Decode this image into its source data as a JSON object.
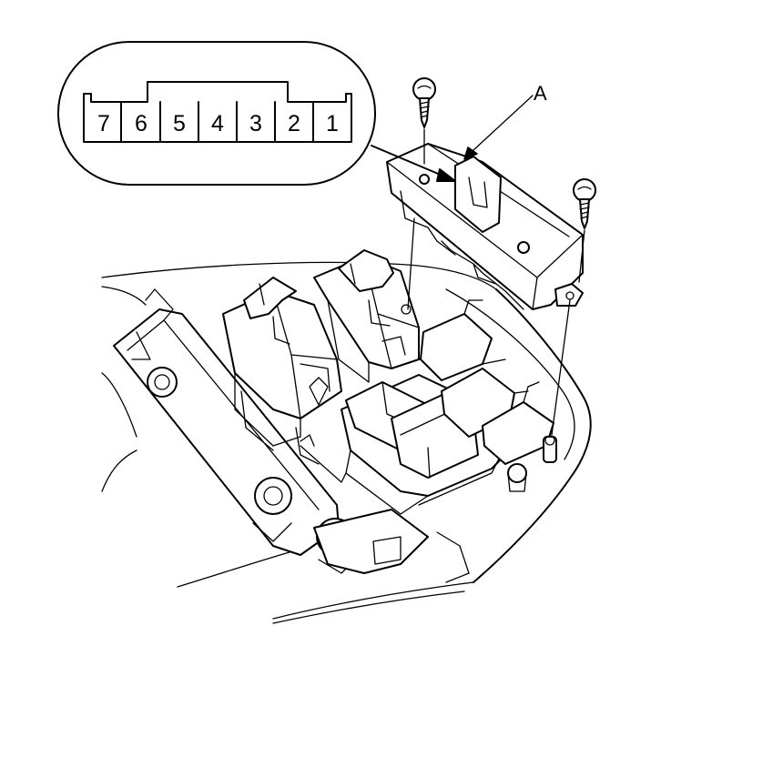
{
  "callout": {
    "pins": [
      "7",
      "6",
      "5",
      "4",
      "3",
      "2",
      "1"
    ]
  },
  "labels": {
    "part_a": "A"
  }
}
